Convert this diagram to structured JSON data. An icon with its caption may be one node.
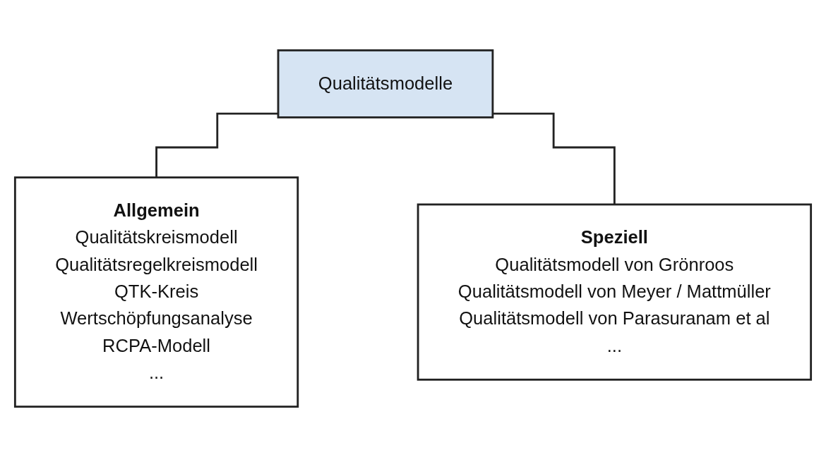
{
  "diagram": {
    "nodes": [
      {
        "text": [
          "Qualitätsmodelle"
        ]
      },
      {
        "text": [
          "Allgemein",
          "Qualitätskreismodell",
          "Qualitätsregelkreismodell",
          "QTK-Kreis",
          "Wertschöpfungsanalyse",
          "RCPA-Modell",
          "..."
        ]
      },
      {
        "text": [
          "Speziell",
          "Qualitätsmodell von Grönroos",
          "Qualitätsmodell von Meyer / Mattmüller",
          "Qualitätsmodell von Parasuranam et al",
          "..."
        ]
      }
    ],
    "edges": [
      {
        "from": 0,
        "to": 1,
        "arrow": "none"
      },
      {
        "from": 0,
        "to": 2,
        "arrow": "none"
      }
    ]
  }
}
